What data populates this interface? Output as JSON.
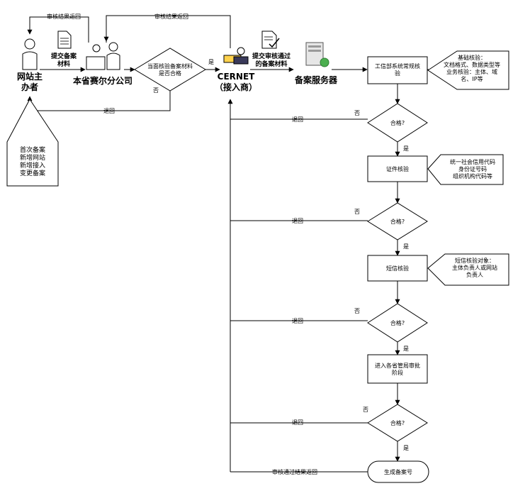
{
  "actors": {
    "applicant": "网站主\n办者",
    "branch": "本省赛尔分公司",
    "isp": "CERNET\n（接入商）",
    "server": "备案服务器"
  },
  "steps": {
    "submit_materials": "提交备案\n材料",
    "face_check": "当面核验备案材料\n是否合格",
    "submit_passed": "提交审核通过\n的备案材料",
    "miit_check": "工信部系统常规核\n验",
    "cert_check": "证件核验",
    "sms_check": "短信核验",
    "province_review": "进入各省管局审批\n阶段",
    "generate_no": "生成备案号"
  },
  "decisions": {
    "qualified": "合格?"
  },
  "labels": {
    "yes": "是",
    "no": "否",
    "return": "退回",
    "review_return": "审核结果返回",
    "pass_return": "审核通过结果返回"
  },
  "notes": {
    "basic": "基础核验：\n文档格式、数据类型等\n业务核验：主体、域\n名、IP等",
    "cert": "统一社会信用代码\n身份证号码\n组织机构代码等",
    "sms": "短信核验对象：\n主体负责人或网站\n负责人",
    "types": "首次备案\n新增网站\n新增接入\n变更备案"
  }
}
